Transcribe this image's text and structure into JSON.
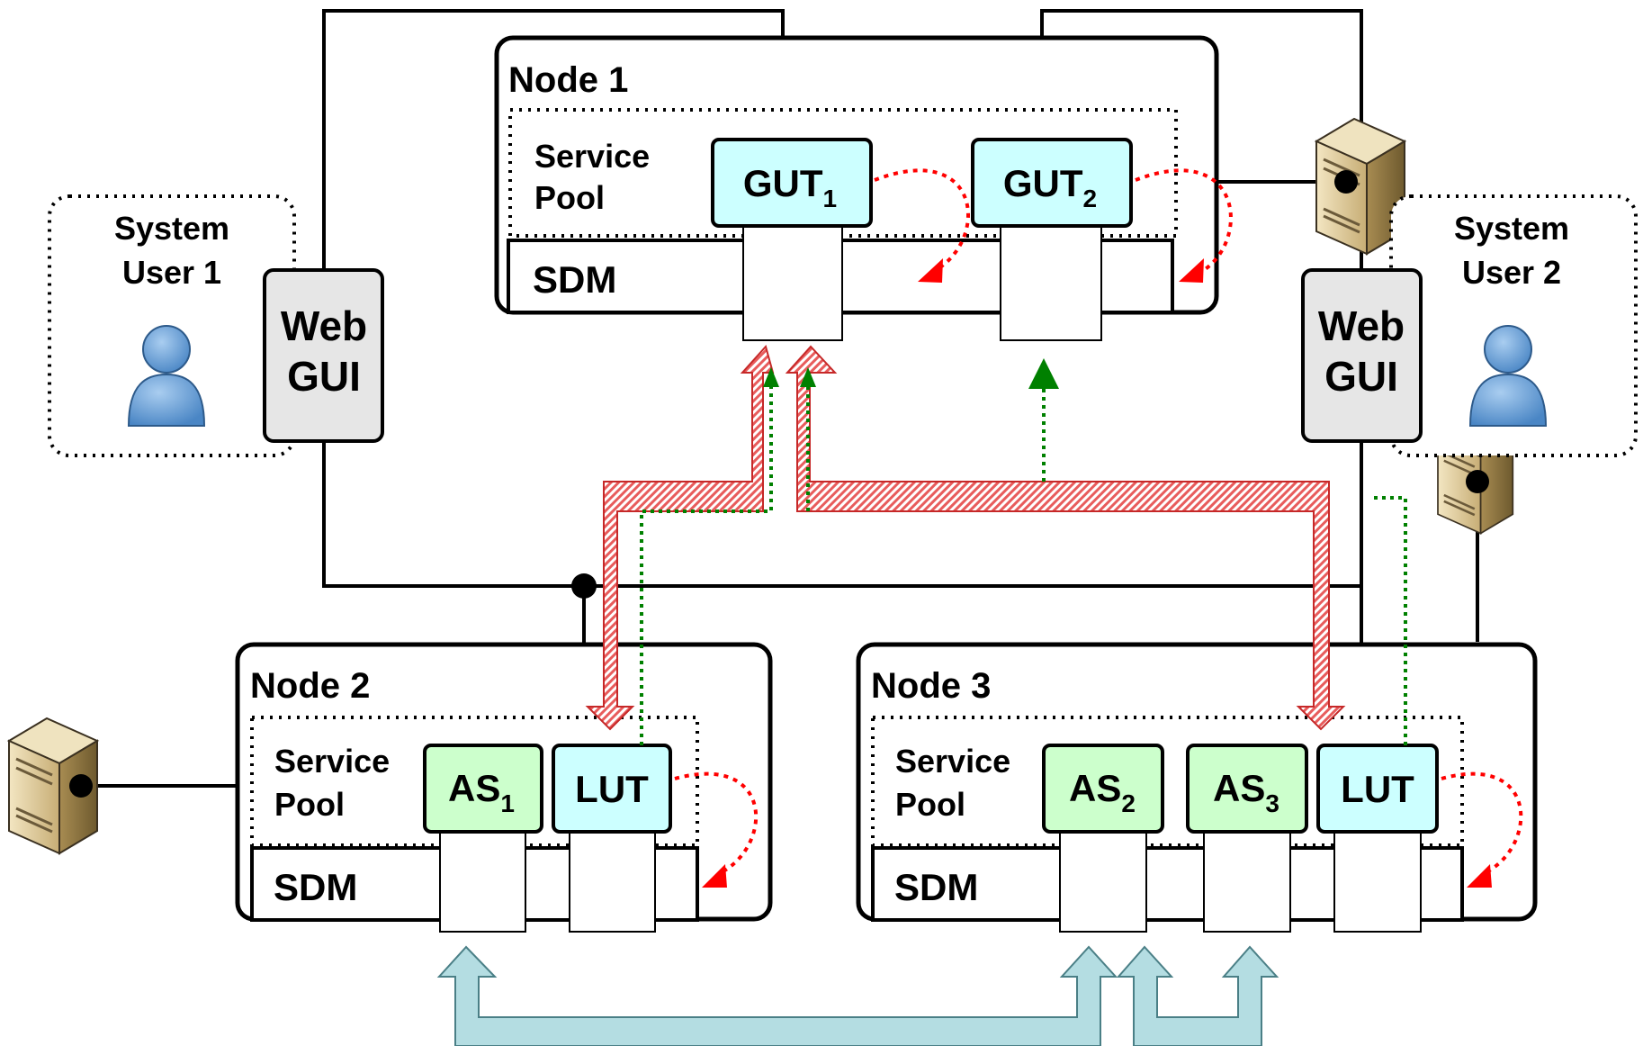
{
  "nodes": {
    "node1": {
      "title": "Node 1",
      "pool_line1": "Service",
      "pool_line2": "Pool",
      "sdm": "SDM"
    },
    "node2": {
      "title": "Node 2",
      "pool_line1": "Service",
      "pool_line2": "Pool",
      "sdm": "SDM"
    },
    "node3": {
      "title": "Node 3",
      "pool_line1": "Service",
      "pool_line2": "Pool",
      "sdm": "SDM"
    }
  },
  "services": {
    "gut1": {
      "base": "GUT",
      "sub": "1"
    },
    "gut2": {
      "base": "GUT",
      "sub": "2"
    },
    "as1": {
      "base": "AS",
      "sub": "1"
    },
    "as2": {
      "base": "AS",
      "sub": "2"
    },
    "as3": {
      "base": "AS",
      "sub": "3"
    },
    "lut2": {
      "base": "LUT"
    },
    "lut3": {
      "base": "LUT"
    }
  },
  "users": {
    "user1": {
      "line1": "System",
      "line2": "User 1",
      "gui_line1": "Web",
      "gui_line2": "GUI",
      "icon": "person-icon"
    },
    "user2": {
      "line1": "System",
      "line2": "User 2",
      "gui_line1": "Web",
      "gui_line2": "GUI",
      "icon": "person-icon"
    }
  },
  "icons": [
    "server-icon",
    "person-icon"
  ],
  "colors": {
    "gut_fill": "#ccffff",
    "as_fill": "#ccffcc",
    "gui_fill": "#e6e6e6",
    "loop_arrow": "#ff0000",
    "dotted_green": "#008000",
    "hatch_fill": "#e85c5c",
    "blue_arrow": "#b4dde2"
  }
}
